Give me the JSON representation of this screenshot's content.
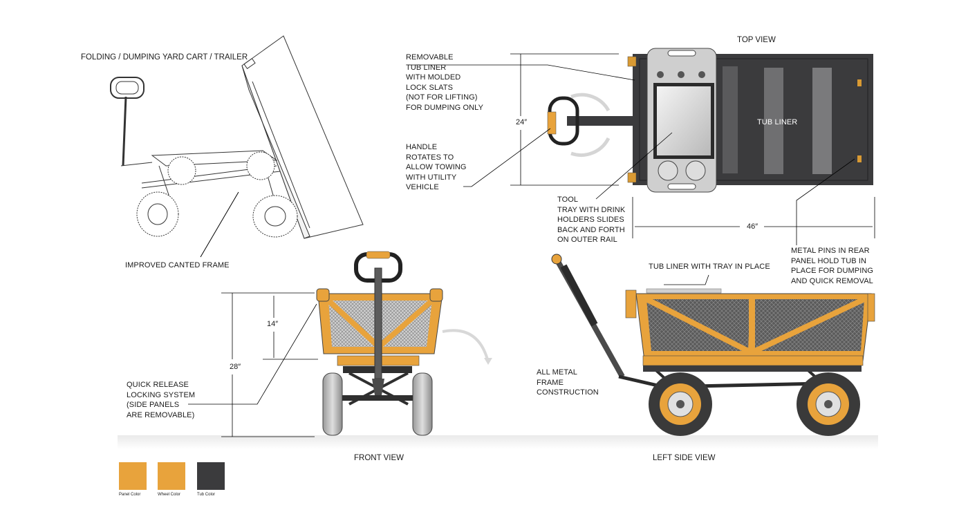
{
  "titles": {
    "main": "FOLDING / DUMPING YARD CART / TRAILER",
    "top_view": "TOP VIEW",
    "front_view": "FRONT VIEW",
    "left_side_view": "LEFT SIDE VIEW"
  },
  "callouts": {
    "canted_frame": "IMPROVED CANTED FRAME",
    "tub_liner_slats": "REMOVABLE\nTUB LINER\nWITH MOLDED\nLOCK SLATS\n(NOT FOR LIFTING)\nFOR DUMPING ONLY",
    "handle_rotates": "HANDLE\nROTATES TO\nALLOW TOWING\nWITH UTILITY\nVEHICLE",
    "tool_tray": "TOOL\nTRAY WITH DRINK\nHOLDERS SLIDES\nBACK AND FORTH\nON OUTER RAIL",
    "tub_liner": "TUB LINER",
    "metal_pins": "METAL PINS IN REAR\nPANEL HOLD TUB IN\nPLACE FOR DUMPING\nAND QUICK REMOVAL",
    "tub_liner_tray": "TUB LINER WITH TRAY IN PLACE",
    "quick_release": "QUICK RELEASE\nLOCKING SYSTEM\n(SIDE PANELS\nARE REMOVABLE)",
    "all_metal": "ALL METAL\nFRAME\nCONSTRUCTION"
  },
  "dimensions": {
    "width": "24″",
    "length": "46″",
    "panel_height": "14″",
    "total_height": "28″"
  },
  "swatches": [
    {
      "label": "Panel Color",
      "color": "#E8A33C"
    },
    {
      "label": "Wheel Color",
      "color": "#E8A33C"
    },
    {
      "label": "Tub Color",
      "color": "#3B3B3D"
    }
  ]
}
